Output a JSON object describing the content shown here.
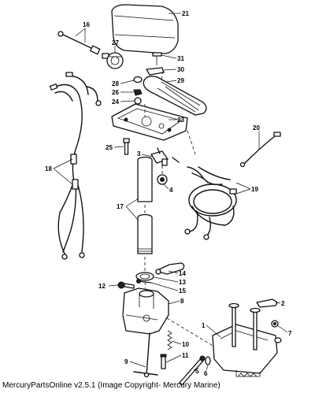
{
  "callouts": {
    "c1": "1",
    "c2": "2",
    "c3": "3",
    "c4": "4",
    "c5": "5",
    "c6": "6",
    "c7": "7",
    "c8": "8",
    "c9": "9",
    "c10": "10",
    "c11": "11",
    "c12": "12",
    "c13": "13",
    "c14": "14",
    "c15": "15",
    "c16": "16",
    "c17": "17",
    "c18": "18",
    "c19": "19",
    "c20": "20",
    "c21": "21",
    "c23": "23",
    "c24": "24",
    "c25": "25",
    "c26": "26",
    "c27": "27",
    "c28": "28",
    "c29": "29",
    "c30": "30",
    "c31": "31"
  },
  "footer": {
    "caption": "MercuryPartsOnline v2.5.1 (Image Copyright- Mercury Marine)"
  }
}
